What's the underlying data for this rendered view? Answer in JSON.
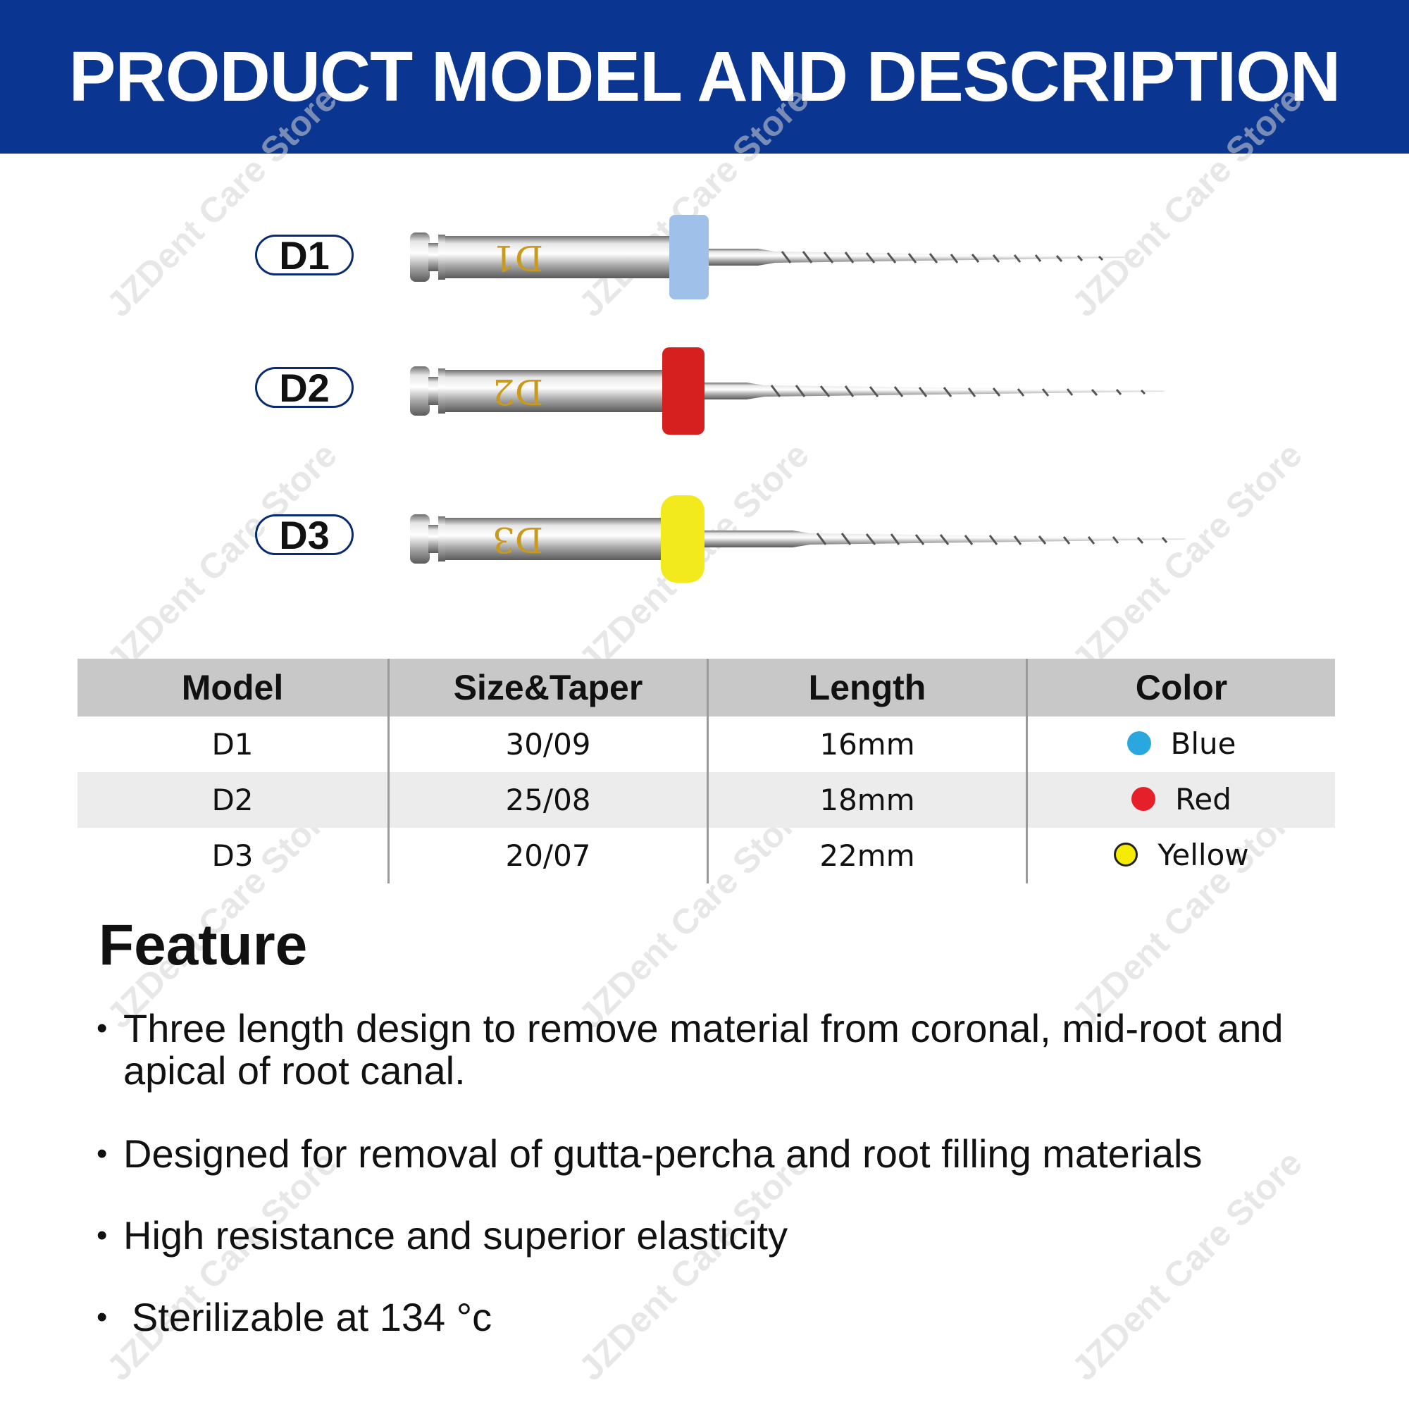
{
  "header": {
    "title": "PRODUCT MODEL AND DESCRIPTION"
  },
  "watermark": {
    "text": "JZDent Care Store"
  },
  "files": [
    {
      "label": "D1",
      "engraving": "D1",
      "ring_color": "#9fc0e8",
      "ring_name": "Blue"
    },
    {
      "label": "D2",
      "engraving": "D2",
      "ring_color": "#d61f1f",
      "ring_name": "Red"
    },
    {
      "label": "D3",
      "engraving": "D3",
      "ring_color": "#f2ea1c",
      "ring_name": "Yellow"
    }
  ],
  "table": {
    "headers": [
      "Model",
      "Size&Taper",
      "Length",
      "Color"
    ],
    "rows": [
      {
        "model": "D1",
        "size_taper": "30/09",
        "length": "16mm",
        "color": "Blue",
        "dot": "#2aa7df"
      },
      {
        "model": "D2",
        "size_taper": "25/08",
        "length": "18mm",
        "color": "Red",
        "dot": "#e5202a"
      },
      {
        "model": "D3",
        "size_taper": "20/07",
        "length": "22mm",
        "color": "Yellow",
        "dot": "#f5ec00"
      }
    ]
  },
  "feature": {
    "title": "Feature",
    "items": [
      {
        "text": "Three length design to remove material from coronal, mid-root and apical of root canal."
      },
      {
        "text": "Designed for removal of gutta-percha and root filling materials"
      },
      {
        "text": "High resistance and superior elasticity"
      },
      {
        "text": "Sterilizable at 134 °c"
      }
    ]
  }
}
